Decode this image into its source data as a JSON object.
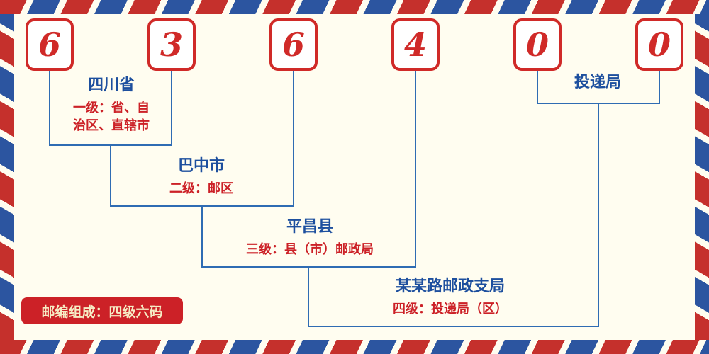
{
  "postal_code": {
    "digits": [
      "6",
      "3",
      "6",
      "4",
      "0",
      "0"
    ]
  },
  "levels": {
    "level1": {
      "name": "四川省",
      "desc_line1": "一级：省、自",
      "desc_line2": "治区、直辖市"
    },
    "level2": {
      "name": "巴中市",
      "desc": "二级：邮区"
    },
    "level3": {
      "name": "平昌县",
      "desc": "三级：县（市）邮政局"
    },
    "level4": {
      "name": "某某路邮政支局",
      "desc": "四级：投递局（区）"
    },
    "delivery_office": {
      "name": "投递局"
    }
  },
  "footer": {
    "composition_note": "邮编组成：四级六码"
  },
  "colors": {
    "red": "#cc2127",
    "blue": "#1d4f9e",
    "line_blue": "#2f6cb3",
    "background": "#fffdf0",
    "digit_red": "#d02a28"
  }
}
